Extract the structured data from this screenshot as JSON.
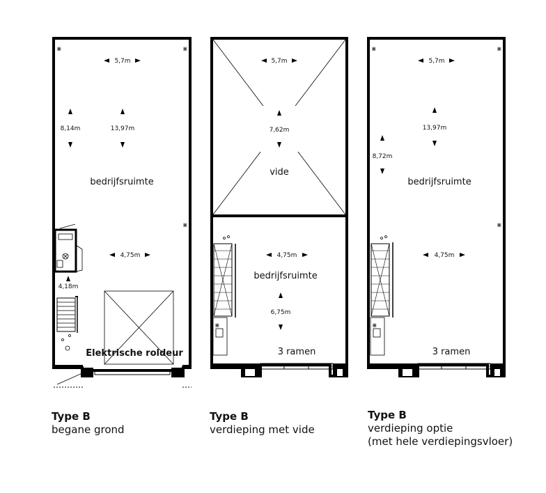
{
  "plans": [
    {
      "id": "begane-grond",
      "room_label": "bedrijfsruimte",
      "door_label": "Elektrische roldeur",
      "dims": {
        "width_top": "5,7m",
        "width_mid": "4,75m",
        "depth_small": "8,14m",
        "depth_total": "13,97m",
        "depth_extra": "4,18m"
      },
      "caption": {
        "title": "Type B",
        "line1": "begane grond",
        "line2": ""
      }
    },
    {
      "id": "verdieping-met-vide",
      "room_label": "bedrijfsruimte",
      "vide_label": "vide",
      "windows_label": "3 ramen",
      "dims": {
        "width_top": "5,7m",
        "width_mid": "4,75m",
        "depth_vide": "7,62m",
        "depth_room": "6,75m"
      },
      "caption": {
        "title": "Type B",
        "line1": "verdieping met vide",
        "line2": ""
      }
    },
    {
      "id": "verdieping-optie",
      "room_label": "bedrijfsruimte",
      "windows_label": "3 ramen",
      "dims": {
        "width_top": "5,7m",
        "width_mid": "4,75m",
        "depth_small": "8,72m",
        "depth_total": "13,97m"
      },
      "caption": {
        "title": "Type B",
        "line1": "verdieping optie",
        "line2": "(met hele verdiepingsvloer)"
      }
    }
  ]
}
